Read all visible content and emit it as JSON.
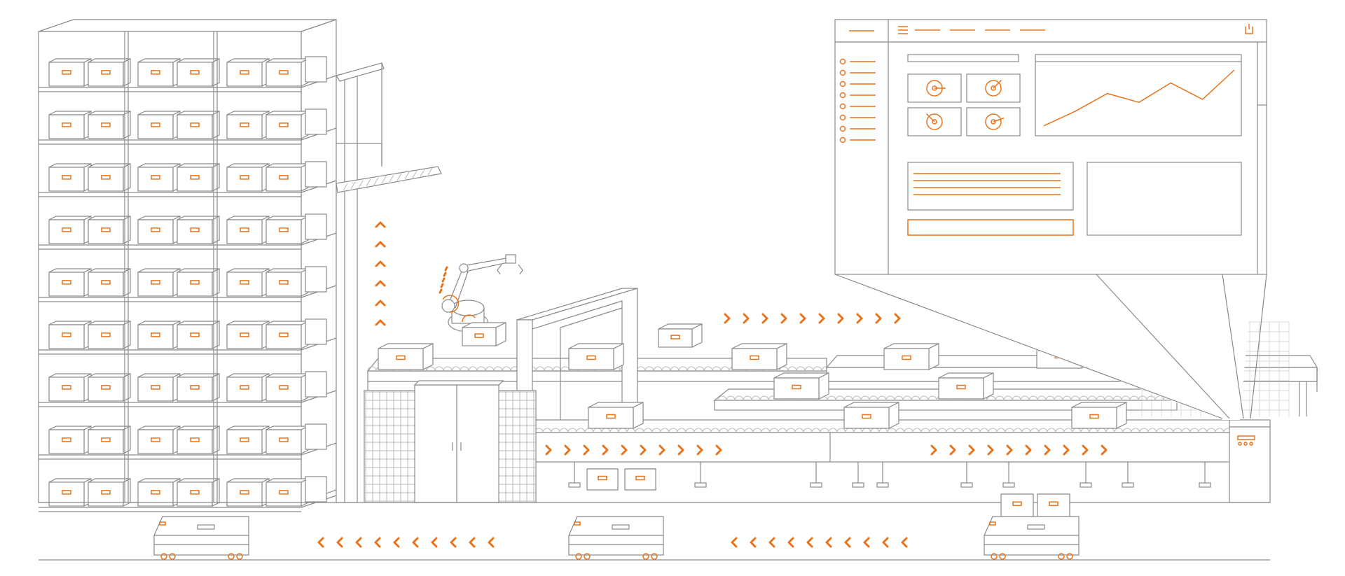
{
  "colors": {
    "line": "#8a8a8a",
    "light_line": "#b8b8b8",
    "accent": "#e8731a",
    "background": "#ffffff"
  },
  "scene": {
    "storage_rack": {
      "levels": 9,
      "columns": 3,
      "boxes_per_column": 2
    },
    "lift_arrows": {
      "count": 6,
      "direction": "up"
    },
    "conveyor_arrows_top": {
      "count": 10,
      "direction": "right"
    },
    "conveyor_arrows_bottom_left": {
      "count": 10,
      "direction": "right"
    },
    "conveyor_arrows_bottom_right": {
      "count": 10,
      "direction": "right"
    },
    "agv_arrows_left": {
      "count": 10,
      "direction": "left"
    },
    "agv_arrows_right": {
      "count": 10,
      "direction": "left"
    },
    "agvs": {
      "count": 3
    },
    "dashboard": {
      "sidebar_items": 8,
      "gauges": 4,
      "nav_items": 4,
      "chart_points": [
        0.05,
        0.3,
        0.6,
        0.45,
        0.78,
        0.5,
        1.0
      ]
    }
  }
}
